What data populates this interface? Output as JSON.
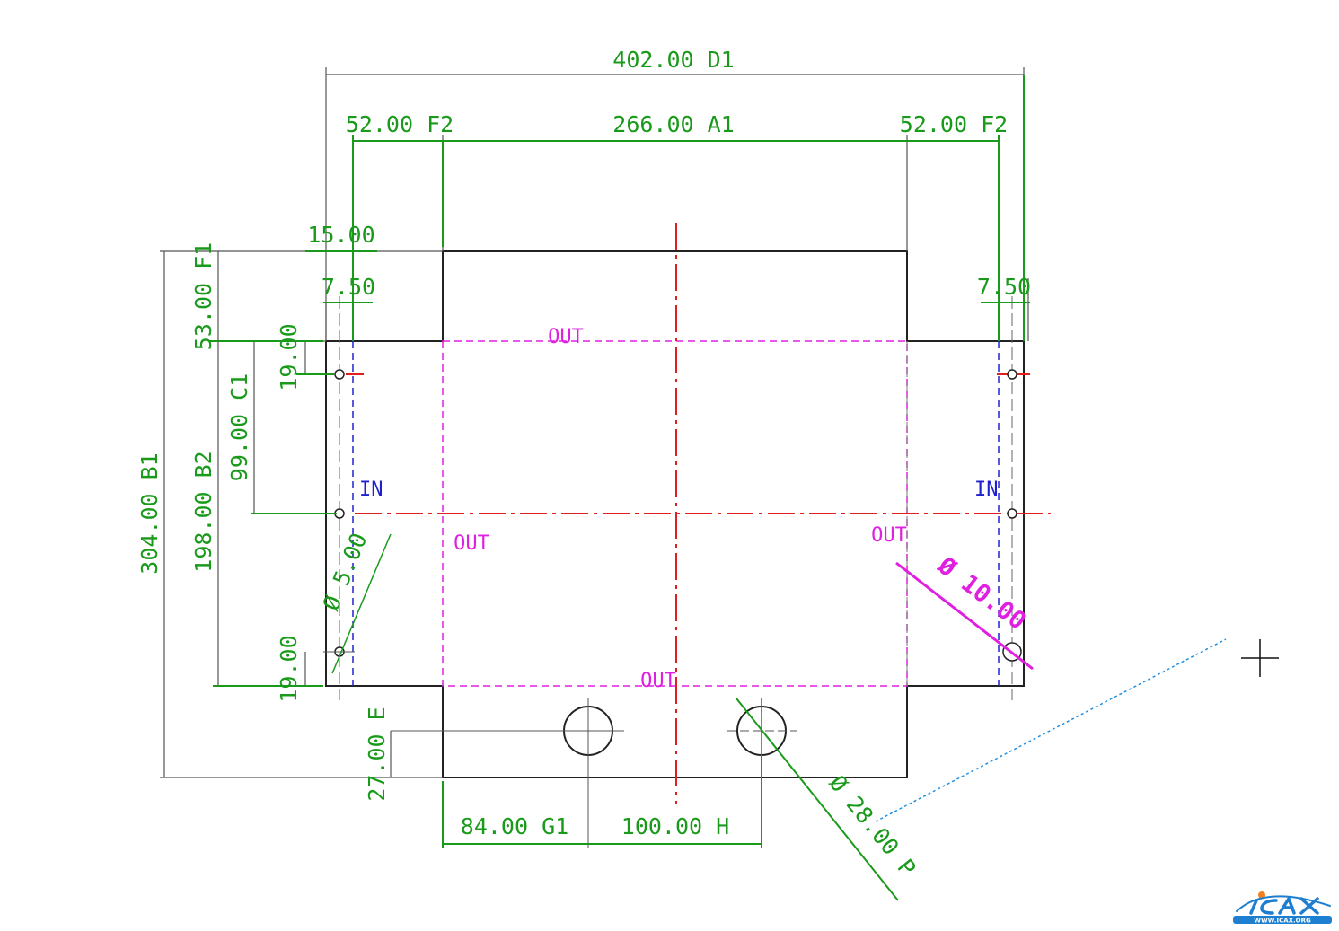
{
  "dimensions": {
    "overall_width": "402.00 D1",
    "left_flange": "52.00 F2",
    "center_width": "266.00 A1",
    "right_flange": "52.00 F2",
    "edge_offset": "15.00",
    "hole_offset_left": "7.50",
    "hole_offset_right": "7.50",
    "overall_height": "304.00 B1",
    "top_flange": "53.00 F1",
    "body_height": "198.00 B2",
    "center_hole_height": "99.00 C1",
    "top_hole_offset": "19.00",
    "bottom_hole_offset": "19.00",
    "bottom_hole_height": "27.00 E",
    "hole1_position": "84.00 G1",
    "hole_spacing": "100.00 H",
    "small_hole_diameter": "Ø 5.00",
    "corner_hole_diameter": "Ø 10.00",
    "large_hole_diameter": "Ø 28.00 P"
  },
  "labels": {
    "out_top": "OUT",
    "out_left": "OUT",
    "out_right": "OUT",
    "out_bottom": "OUT",
    "in_left": "IN",
    "in_right": "IN"
  },
  "logo": {
    "name": "ICAX",
    "url_text": "WWW.ICAX.ORG"
  },
  "colors": {
    "dimension": "#1a9a1a",
    "outline": "#222222",
    "centerline": "#e02020",
    "fold": "#e020e0",
    "inner": "#2020d0"
  }
}
